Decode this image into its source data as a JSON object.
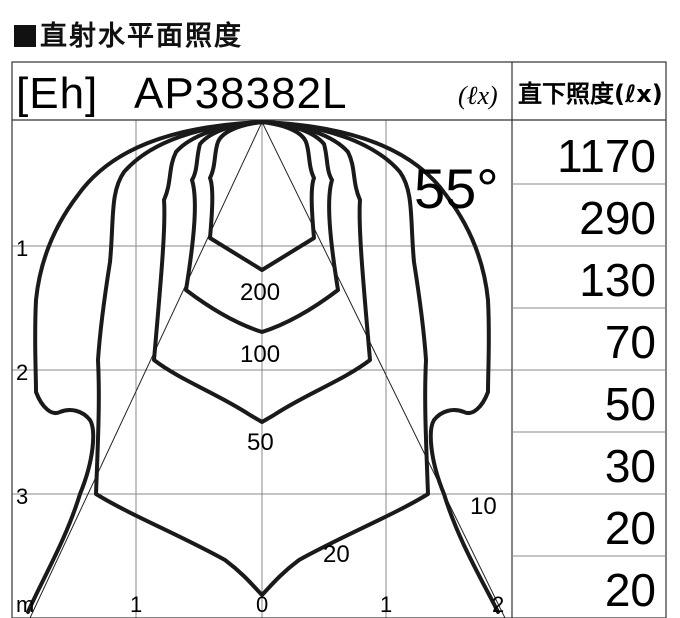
{
  "heading": "直射水平面照度",
  "diagram": {
    "mode_label": "[Eh]",
    "model": "AP38382L",
    "unit": "(ℓx)",
    "beam_angle": "55°",
    "y_ticks": [
      "1",
      "2",
      "3"
    ],
    "x_ticks": [
      "m",
      "1",
      "0",
      "1",
      "2"
    ],
    "contour_labels": [
      "200",
      "100",
      "50",
      "20",
      "10"
    ]
  },
  "table": {
    "header": "直下照度(ℓx)",
    "values": [
      "1170",
      "290",
      "130",
      "70",
      "50",
      "30",
      "20",
      "20"
    ]
  }
}
